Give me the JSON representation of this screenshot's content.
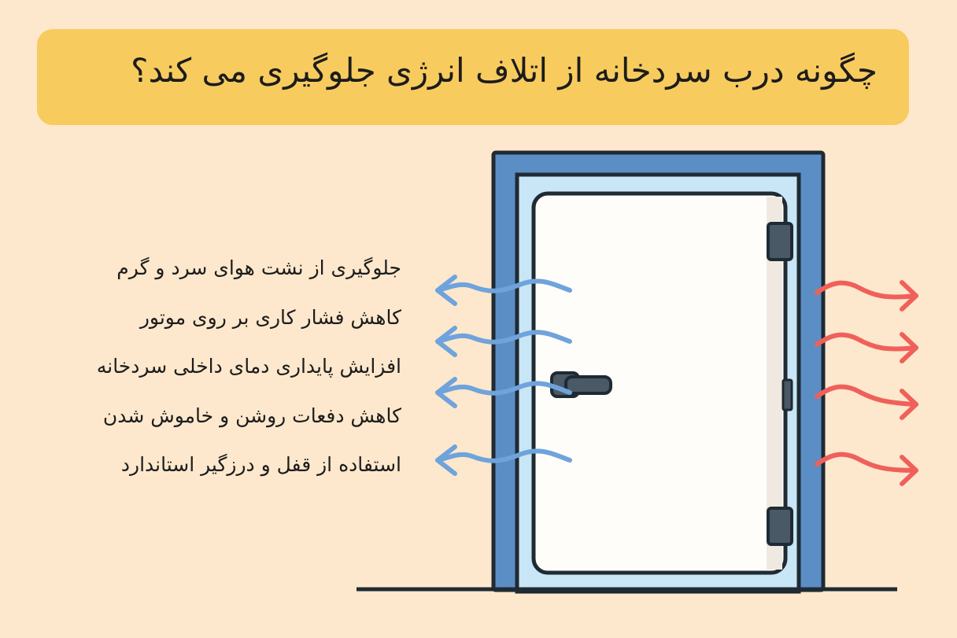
{
  "title": "چگونه درب سردخانه از اتلاف انرژی جلوگیری می کند؟",
  "benefits": [
    "جلوگیری از نشت هوای سرد و گرم",
    "کاهش فشار کاری بر روی موتور",
    "افزایش پایداری دمای داخلی سردخانه",
    "کاهش دفعات روشن و خاموش شدن",
    "استفاده از قفل و درزگیر استاندارد"
  ],
  "colors": {
    "background": "#fde8cd",
    "banner": "#f8cb5e",
    "frame": "#5b8ec4",
    "cold_air": "#6fa3dc",
    "warm_air": "#f0605a"
  }
}
